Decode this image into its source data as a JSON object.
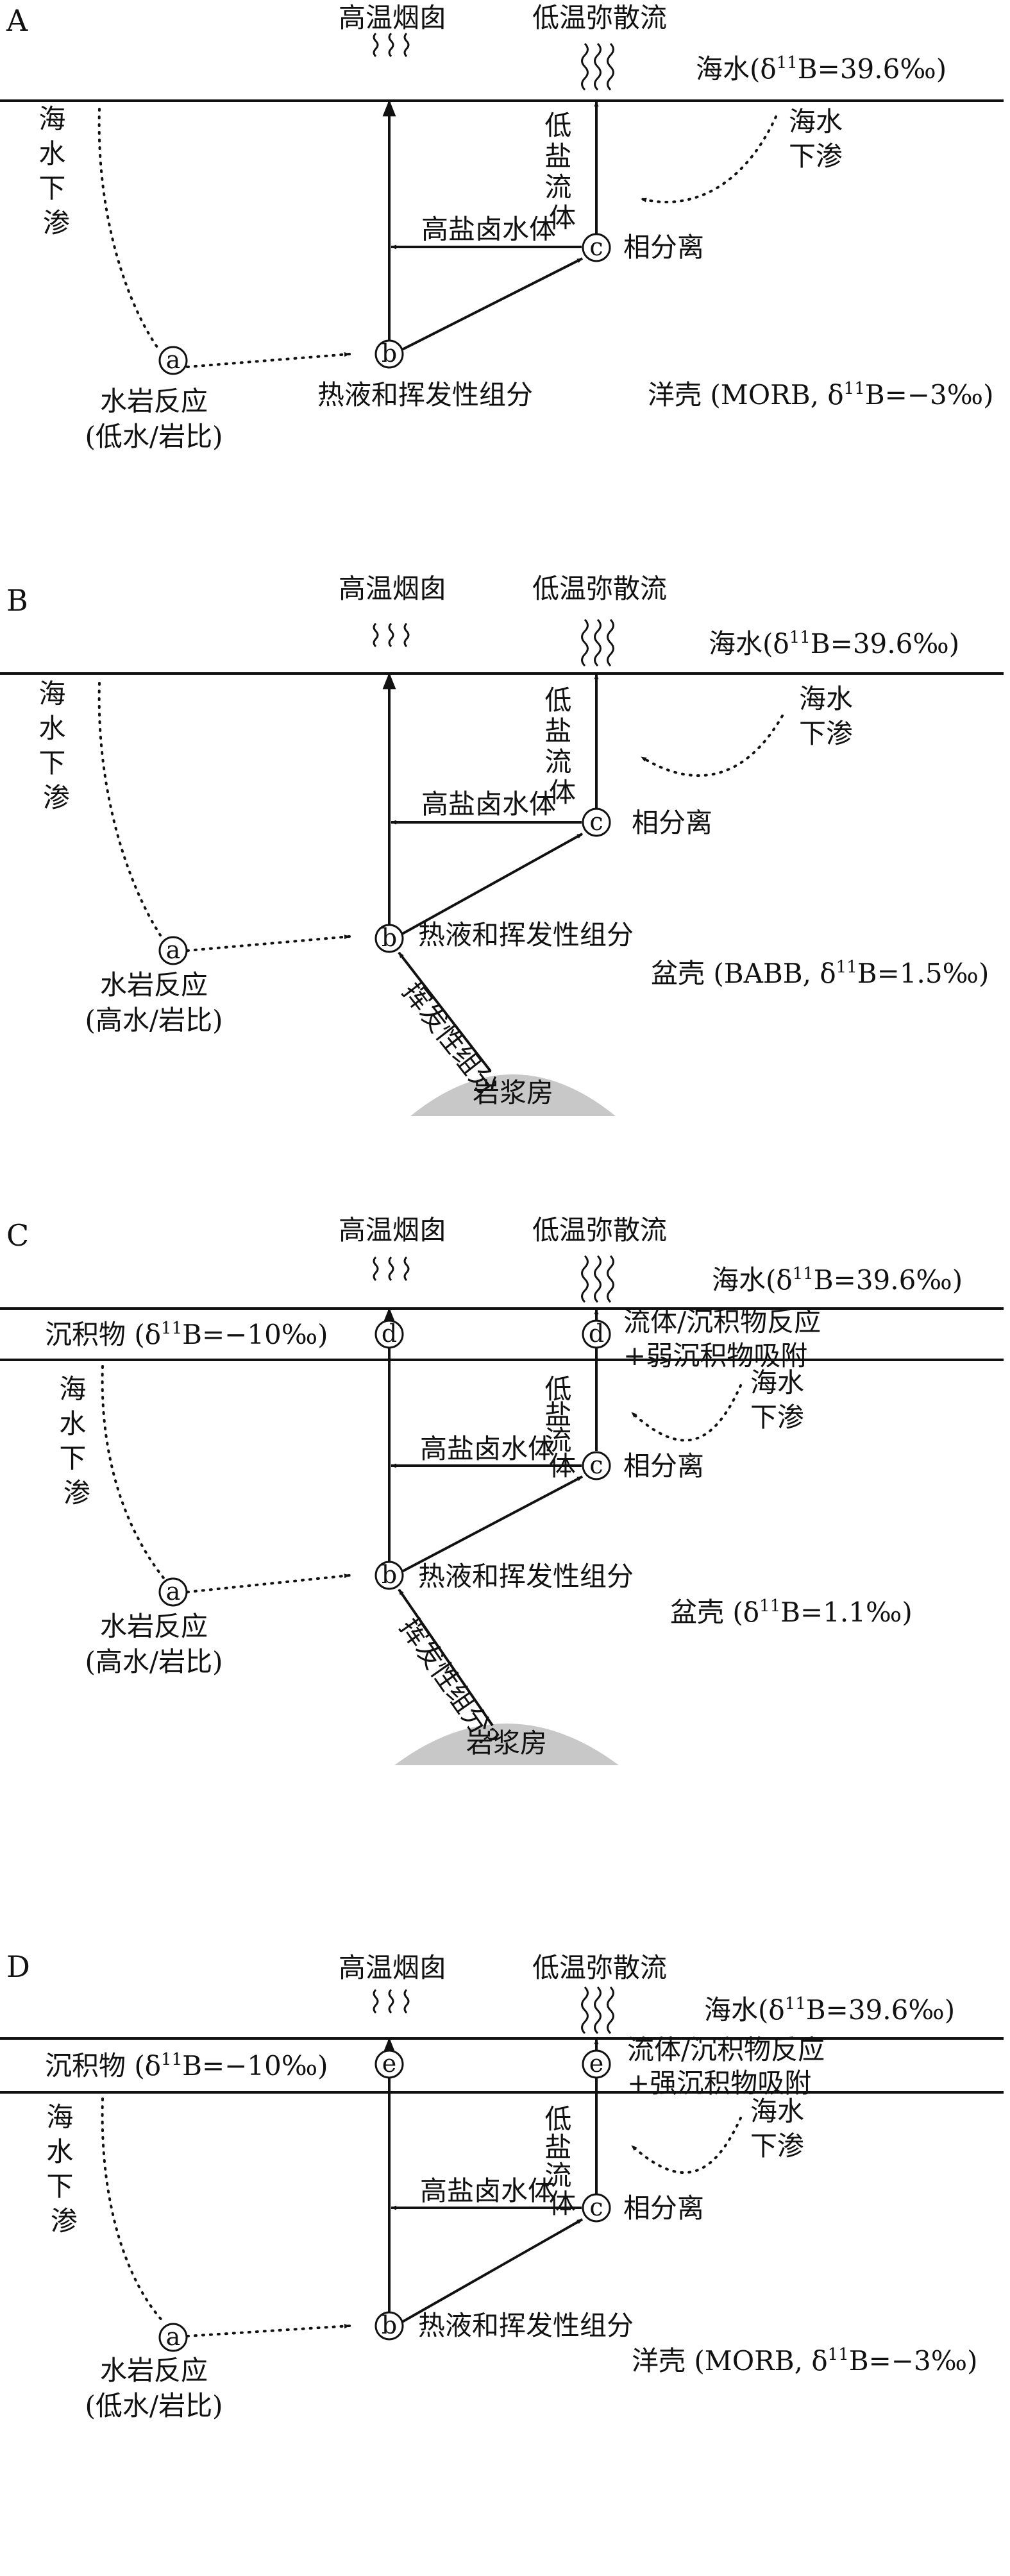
{
  "colors": {
    "ink": "#111111",
    "magma": "#c8c8c8",
    "background": "#ffffff"
  },
  "panels": [
    {
      "tag": "A",
      "hot_vent": "高温烟囱",
      "diffuse_flow": "低温弥散流",
      "seawater": {
        "pre": "海水(δ",
        "sup": "11",
        "post": "B=39.6‰)"
      },
      "seawater_recharge_left": "海水下渗",
      "seawater_recharge_right": [
        "海水",
        "下渗"
      ],
      "low_salinity_fluid": "低盐流体",
      "brine": "高盐卤水体",
      "phase_separation": "相分离",
      "hydrothermal": "热液和挥发性组分",
      "water_rock": [
        "水岩反应",
        "(低水/岩比)"
      ],
      "crust": {
        "pre": "洋壳 (MORB, δ",
        "sup": "11",
        "post": "B=−3‰)"
      },
      "nodes": {
        "a": "a",
        "b": "b",
        "c": "c"
      }
    },
    {
      "tag": "B",
      "hot_vent": "高温烟囱",
      "diffuse_flow": "低温弥散流",
      "seawater": {
        "pre": "海水(δ",
        "sup": "11",
        "post": "B=39.6‰)"
      },
      "seawater_recharge_left": "海水下渗",
      "seawater_recharge_right": [
        "海水",
        "下渗"
      ],
      "low_salinity_fluid": "低盐流体",
      "brine": "高盐卤水体",
      "phase_separation": "相分离",
      "hydrothermal": "热液和挥发性组分",
      "water_rock": [
        "水岩反应",
        "(高水/岩比)"
      ],
      "crust": {
        "pre": "盆壳 (BABB, δ",
        "sup": "11",
        "post": "B=1.5‰)"
      },
      "volatile": "挥发性组分",
      "magma": "岩浆房",
      "nodes": {
        "a": "a",
        "b": "b",
        "c": "c"
      }
    },
    {
      "tag": "C",
      "hot_vent": "高温烟囱",
      "diffuse_flow": "低温弥散流",
      "seawater": {
        "pre": "海水(δ",
        "sup": "11",
        "post": "B=39.6‰)"
      },
      "sediment": {
        "pre": "沉积物 (δ",
        "sup": "11",
        "post": "B=−10‰)"
      },
      "sediment_reaction": [
        "流体/沉积物反应",
        "+弱沉积物吸附"
      ],
      "seawater_recharge_left": "海水下渗",
      "seawater_recharge_right": [
        "海水",
        "下渗"
      ],
      "low_salinity_fluid": "低盐流体",
      "brine": "高盐卤水体",
      "phase_separation": "相分离",
      "hydrothermal": "热液和挥发性组分",
      "water_rock": [
        "水岩反应",
        "(高水/岩比)"
      ],
      "crust": {
        "pre": "盆壳 (δ",
        "sup": "11",
        "post": "B=1.1‰)"
      },
      "volatile": "挥发性组分?",
      "magma": "岩浆房",
      "nodes": {
        "a": "a",
        "b": "b",
        "c": "c",
        "d": "d"
      }
    },
    {
      "tag": "D",
      "hot_vent": "高温烟囱",
      "diffuse_flow": "低温弥散流",
      "seawater": {
        "pre": "海水(δ",
        "sup": "11",
        "post": "B=39.6‰)"
      },
      "sediment": {
        "pre": "沉积物 (δ",
        "sup": "11",
        "post": "B=−10‰)"
      },
      "sediment_reaction": [
        "流体/沉积物反应",
        "+强沉积物吸附"
      ],
      "seawater_recharge_left": "海水下渗",
      "seawater_recharge_right": [
        "海水",
        "下渗"
      ],
      "low_salinity_fluid": "低盐流体",
      "brine": "高盐卤水体",
      "phase_separation": "相分离",
      "hydrothermal": "热液和挥发性组分",
      "water_rock": [
        "水岩反应",
        "(低水/岩比)"
      ],
      "crust": {
        "pre": "洋壳 (MORB, δ",
        "sup": "11",
        "post": "B=−3‰)"
      },
      "nodes": {
        "a": "a",
        "b": "b",
        "c": "c",
        "e": "e"
      }
    }
  ]
}
